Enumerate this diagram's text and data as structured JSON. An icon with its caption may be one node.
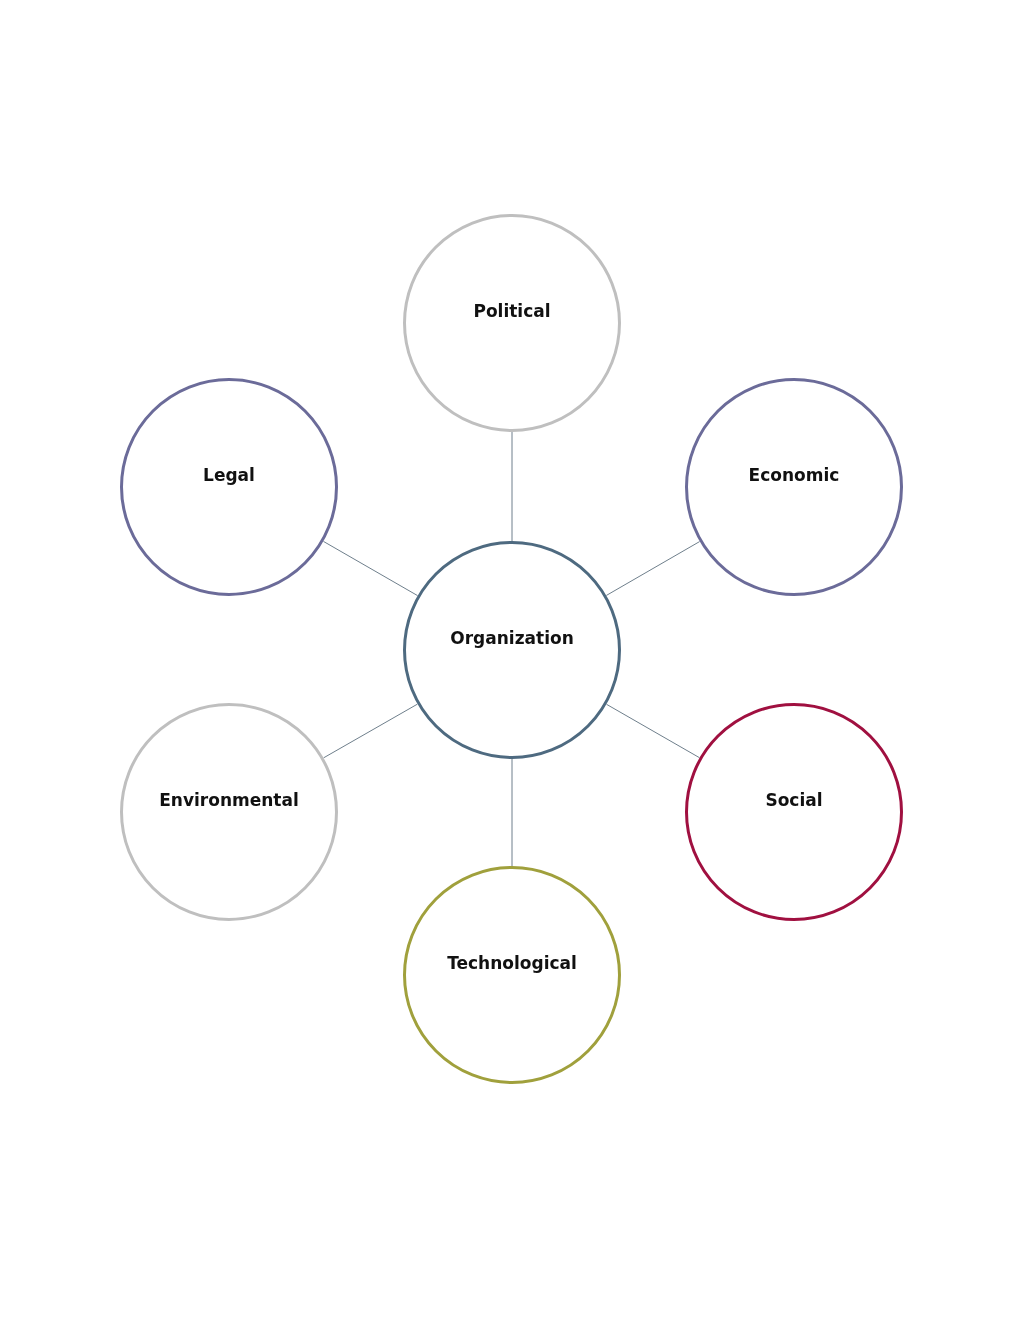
{
  "diagram": {
    "nodes": [
      {
        "text": [
          "Political"
        ]
      },
      {
        "text": [
          "Legal"
        ]
      },
      {
        "text": [
          "Economic"
        ]
      },
      {
        "text": [
          "Organization"
        ]
      },
      {
        "text": [
          "Environmental"
        ]
      },
      {
        "text": [
          "Social"
        ]
      },
      {
        "text": [
          "Technological"
        ]
      }
    ],
    "edges": [
      {
        "from": 3,
        "to": 0,
        "arrow": "none"
      },
      {
        "from": 3,
        "to": 2,
        "arrow": "none"
      },
      {
        "from": 3,
        "to": 5,
        "arrow": "none"
      },
      {
        "from": 3,
        "to": 6,
        "arrow": "none"
      },
      {
        "from": 3,
        "to": 4,
        "arrow": "none"
      },
      {
        "from": 3,
        "to": 1,
        "arrow": "none"
      }
    ]
  }
}
